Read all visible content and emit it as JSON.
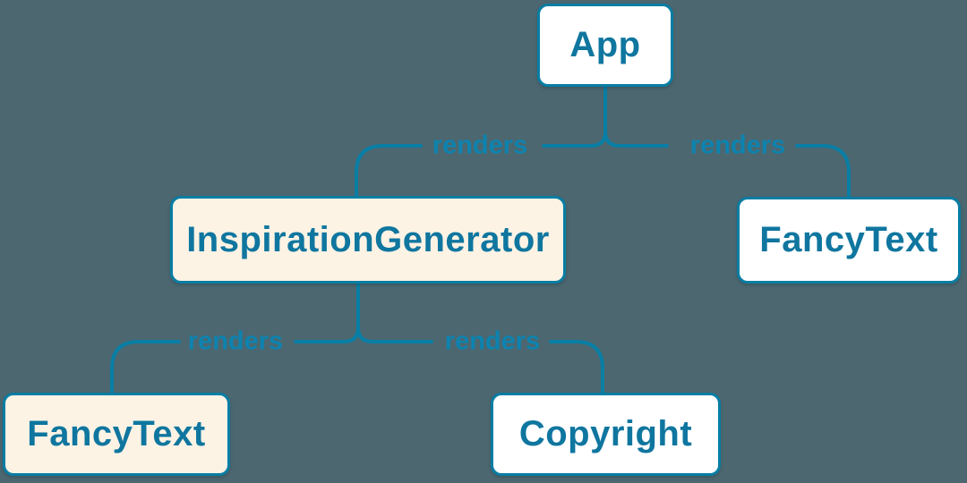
{
  "diagram": {
    "type": "component-render-tree",
    "colors": {
      "background": "#4C6770",
      "accent": "#087EA4",
      "node_fill_white": "#FFFFFF",
      "node_fill_cream": "#FCF3E5",
      "node_text": "#0F769F",
      "edge_label_text": "#0D83AF"
    },
    "nodes": [
      {
        "id": "app",
        "label": "App",
        "variant": "white"
      },
      {
        "id": "inspiration-generator",
        "label": "InspirationGenerator",
        "variant": "cream"
      },
      {
        "id": "fancy-text-right",
        "label": "FancyText",
        "variant": "white"
      },
      {
        "id": "fancy-text-left",
        "label": "FancyText",
        "variant": "cream"
      },
      {
        "id": "copyright",
        "label": "Copyright",
        "variant": "white"
      }
    ],
    "edges": [
      {
        "from": "app",
        "to": "inspiration-generator",
        "label": "renders"
      },
      {
        "from": "app",
        "to": "fancy-text-right",
        "label": "renders"
      },
      {
        "from": "inspiration-generator",
        "to": "fancy-text-left",
        "label": "renders"
      },
      {
        "from": "inspiration-generator",
        "to": "copyright",
        "label": "renders"
      }
    ]
  }
}
